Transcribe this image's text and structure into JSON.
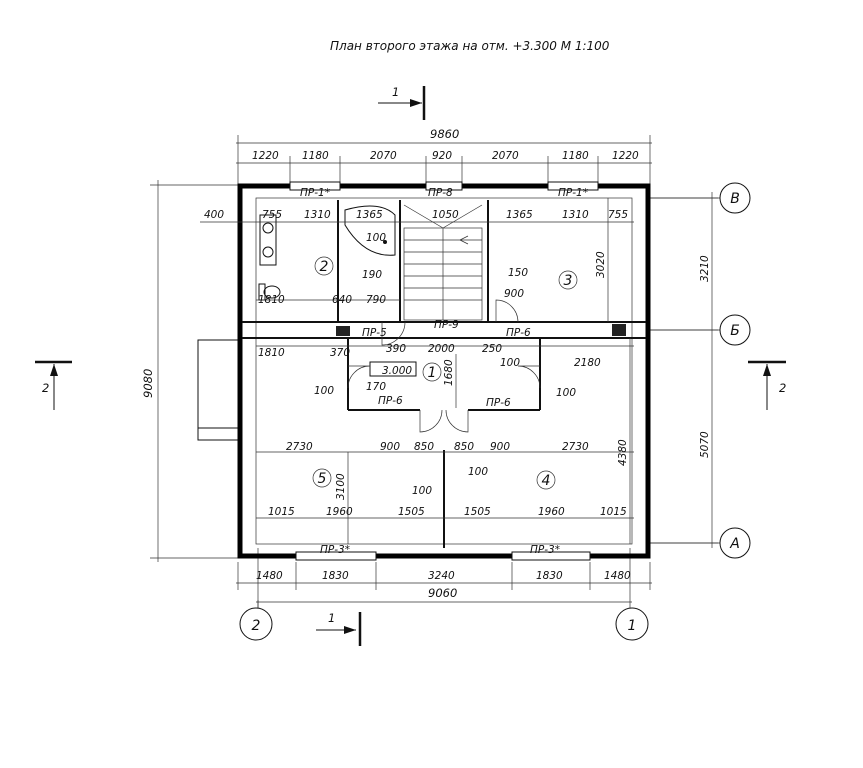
{
  "title": "План второго этажа на отм. +3.300 М 1:100",
  "section_marks": {
    "s1": "1",
    "s2": "2"
  },
  "axes": {
    "v": "В",
    "b": "Б",
    "a": "А",
    "n2": "2",
    "n1": "1"
  },
  "rooms": {
    "r1": "1",
    "r2": "2",
    "r3": "3",
    "r4": "4",
    "r5": "5"
  },
  "openings": {
    "pr1_left": "ПР-1*",
    "pr8": "ПР-8",
    "pr1_right": "ПР-1*",
    "pr5": "ПР-5",
    "pr9": "ПР-9",
    "pr6_a": "ПР-6",
    "pr6_b": "ПР-6",
    "pr6_c": "ПР-6",
    "pr3_left": "ПР-3*",
    "pr3_right": "ПР-3*"
  },
  "dims": {
    "top_total": "9860",
    "top": [
      "1220",
      "1180",
      "2070",
      "920",
      "2070",
      "1180",
      "1220"
    ],
    "bottom": [
      "1480",
      "1830",
      "3240",
      "1830",
      "1480"
    ],
    "bottom_total": "9060",
    "left_total": "9080",
    "right_upper": "3210",
    "right_lower": "5070",
    "row2": [
      "400",
      "755",
      "1310",
      "1365",
      "1050",
      "1365",
      "1310",
      "755"
    ],
    "bath_100": "100",
    "d190": "190",
    "d150": "150",
    "d3020": "3020",
    "d1810a": "1810",
    "d640": "640",
    "d790": "790",
    "d900a": "900",
    "d1810b": "1810",
    "d370": "370",
    "d390": "390",
    "d2000": "2000",
    "d250": "250",
    "d100a": "100",
    "d2180": "2180",
    "d3000": "3.000",
    "d1680": "1680",
    "d170": "170",
    "d100b": "100",
    "d100c": "100",
    "d2730a": "2730",
    "d900b": "900",
    "d850a": "850",
    "d850b": "850",
    "d900c": "900",
    "d2730b": "2730",
    "d4380": "4380",
    "d3100": "3100",
    "d100d": "100",
    "d100e": "100",
    "row_bottom": [
      "1015",
      "1960",
      "1505",
      "1505",
      "1960",
      "1015"
    ]
  }
}
